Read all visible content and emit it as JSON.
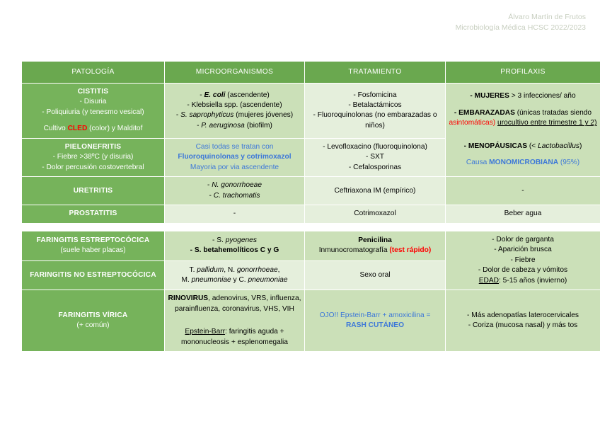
{
  "header": {
    "author": "Álvaro Martín de Frutos",
    "course": "Microbiología Médica HCSC 2022/2023"
  },
  "colors": {
    "header_green": "#6aa84f",
    "pathology_green": "#76b35b",
    "cell_mid_green": "#cbe0b8",
    "cell_light_green": "#e5efdc",
    "accent_red": "#ff0000",
    "accent_blue": "#3d78d8",
    "header_text_grey": "#c8cfc0"
  },
  "table_headers": {
    "col1": "PATOLOGÍA",
    "col2": "MICROORGANISMOS",
    "col3": "TRATAMIENTO",
    "col4": "PROFILAXIS"
  },
  "table_a": {
    "cistitis": {
      "pathology_title": "CISTITIS",
      "pathology_line1": "- Disuria",
      "pathology_line2": "- Poliquiuria (y tenesmo vesical)",
      "pathology_line3_a": "Cultivo ",
      "pathology_line3_b": "CLED",
      "pathology_line3_c": " (color) y Malditof",
      "micro_l1_a": "- ",
      "micro_l1_b": "E. coli",
      "micro_l1_c": " (ascendente)",
      "micro_l2": "- Klebsiella spp. (ascendente)",
      "micro_l3_a": "- ",
      "micro_l3_b": "S. saprophyticus",
      "micro_l3_c": " (mujeres jóvenes)",
      "micro_l4_a": "- ",
      "micro_l4_b": "P. aeruginosa",
      "micro_l4_c": " (biofilm)",
      "treat_l1": "- Fosfomicina",
      "treat_l2": "- Betalactámicos",
      "treat_l3": "- Fluoroquinolonas (no embarazadas o niños)",
      "prof_l1_a": "- MUJERES",
      "prof_l1_b": " > 3 infecciones/ año",
      "prof_l2_a": "- EMBARAZADAS",
      "prof_l2_b": " (únicas tratadas siendo ",
      "prof_l2_c": "asintomáticas)",
      "prof_l2_d": " ",
      "prof_l2_e": "urocultivo entre trimestre 1 y 2)"
    },
    "pielonefritis": {
      "pathology_title": "PIELONEFRITIS",
      "pathology_line1": "- Fiebre >38ºC (y disuria)",
      "pathology_line2": "- Dolor percusión costovertebral",
      "micro_l1": "Casi todas se tratan con",
      "micro_l2": "Fluoroquinolonas y cotrimoxazol",
      "micro_l3": "Mayoria por via ascendente",
      "treat_l1": "- Levofloxacino (fluoroquinolona)",
      "treat_l2": "- SXT",
      "treat_l3": "- Cefalosporinas",
      "prof_l1_a": "- MENOPÁUSICAS",
      "prof_l1_b": " (< ",
      "prof_l1_c": "Lactobacillus",
      "prof_l1_d": ")",
      "prof_l2_a": "Causa ",
      "prof_l2_b": "MONOMICROBIANA",
      "prof_l2_c": " (95%)"
    },
    "uretritis": {
      "pathology_title": "URETRITIS",
      "micro_l1_a": "- ",
      "micro_l1_b": "N. gonorrhoeae",
      "micro_l2_a": "- ",
      "micro_l2_b": "C. trachomatis",
      "treat_l1": "Ceftriaxona IM (empírico)",
      "prof_l1": "-"
    },
    "prostatitis": {
      "pathology_title": "PROSTATITIS",
      "micro_l1": "-",
      "treat_l1": "Cotrimoxazol",
      "prof_l1": "Beber agua"
    }
  },
  "table_b": {
    "faringitis_estreptococica": {
      "pathology_title": "FARINGITIS ESTREPTOCÓCICA",
      "pathology_line1": "(suele haber placas)",
      "micro_l1_a": "- ",
      "micro_l1_b": "S. ",
      "micro_l1_c": "pyogenes",
      "micro_l2": "- S. betahemolíticos C y G",
      "treat_l1": "Penicilina",
      "treat_l2_a": "Inmunocromatografía ",
      "treat_l2_b": "(test rápido)",
      "prof_l1": "- Dolor de garganta",
      "prof_l2": "- Aparición brusca",
      "prof_l3": "- Fiebre",
      "prof_l4": "- Dolor de cabeza y vómitos",
      "prof_l5_a": "EDAD",
      "prof_l5_b": ": 5-15 años (invierno)"
    },
    "faringitis_no_estreptococica": {
      "pathology_title": "FARINGITIS NO ESTREPTOCÓCICA",
      "micro_l1_a": "T. ",
      "micro_l1_b": "pallidum",
      "micro_l1_c": ", N. ",
      "micro_l1_d": "gonorrhoeae",
      "micro_l1_e": ",",
      "micro_l2_a": "M. ",
      "micro_l2_b": "pneumoniae",
      "micro_l2_c": " y C. ",
      "micro_l2_d": "pneumoniae",
      "treat_l1": "Sexo oral"
    },
    "faringitis_virica": {
      "pathology_title": "FARINGITIS VÍRICA",
      "pathology_line1": "(+ común)",
      "micro_l1_a": "RINOVIRUS",
      "micro_l1_b": ", adenovirus, VRS, influenza, parainfluenza, coronavirus, VHS, VIH",
      "micro_l2_a": "Epstein-Barr",
      "micro_l2_b": ": faringitis aguda + mononucleosis + esplenomegalia",
      "treat_l1": "OJO!! Epstein-Barr + amoxicilina =",
      "treat_l2": "RASH CUTÁNEO",
      "prof_l1": "- Más adenopatías laterocervicales",
      "prof_l2": "- Coriza (mucosa nasal) y más tos"
    }
  }
}
